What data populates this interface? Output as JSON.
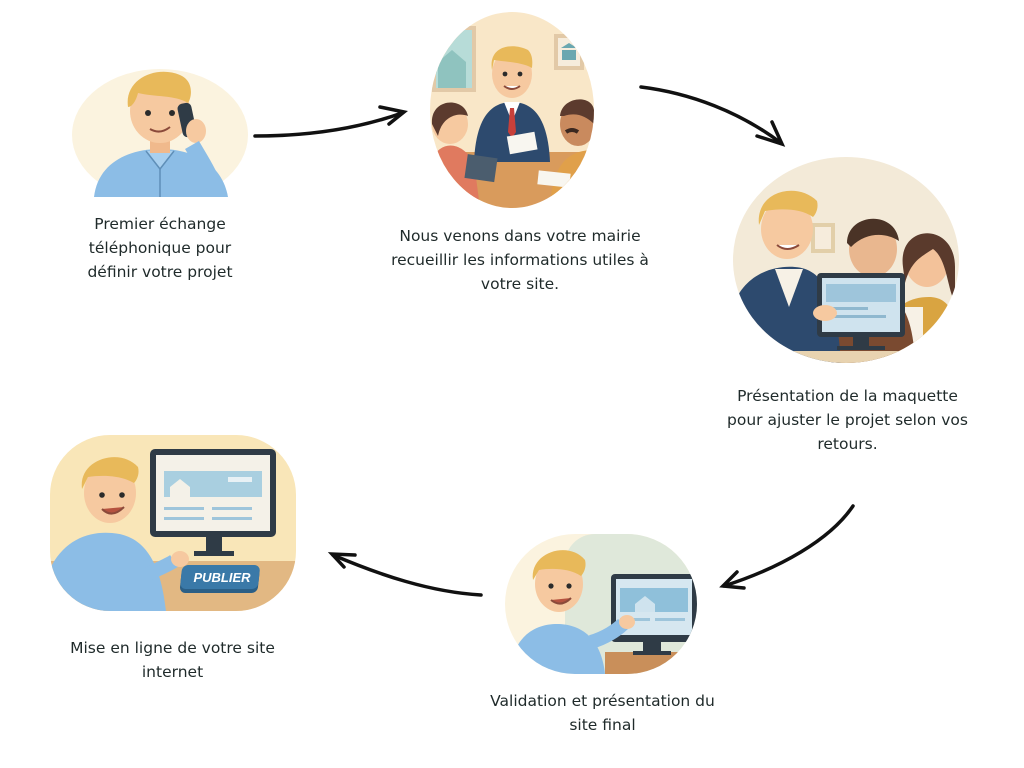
{
  "diagram": {
    "type": "process-cycle",
    "steps": [
      {
        "id": 1,
        "illustration": "man-on-phone",
        "caption_lines": [
          "Premier échange",
          "téléphonique pour",
          "définir votre projet"
        ]
      },
      {
        "id": 2,
        "illustration": "meeting-at-town-hall",
        "caption_lines": [
          "Nous venons dans votre mairie",
          "recueillir les informations utiles à",
          "votre site."
        ]
      },
      {
        "id": 3,
        "illustration": "presenting-mockup-on-screen",
        "caption_lines": [
          "Présentation de la maquette",
          "pour ajuster le projet selon vos",
          "retours."
        ]
      },
      {
        "id": 4,
        "illustration": "presenting-final-site",
        "caption_lines": [
          "Validation et présentation du",
          "site final"
        ]
      },
      {
        "id": 5,
        "illustration": "publishing-website",
        "caption_lines": [
          "Mise en ligne de votre site",
          "internet"
        ],
        "button_label": "PUBLIER"
      }
    ],
    "arrows": [
      {
        "from": 1,
        "to": 2
      },
      {
        "from": 2,
        "to": 3
      },
      {
        "from": 3,
        "to": 4
      },
      {
        "from": 4,
        "to": 5
      }
    ]
  },
  "colors": {
    "background": "#ffffff",
    "text": "#1f2a2a",
    "bubble": "#fbf3df",
    "shirt_blue": "#8cbde6",
    "suit_navy": "#2d4a6e",
    "hair_blond": "#e8b95a",
    "skin": "#f6c9a0",
    "arrow": "#111111",
    "screen": "#cfe3ee",
    "monitor": "#2f3b46",
    "publish_button": "#3a79a8"
  }
}
